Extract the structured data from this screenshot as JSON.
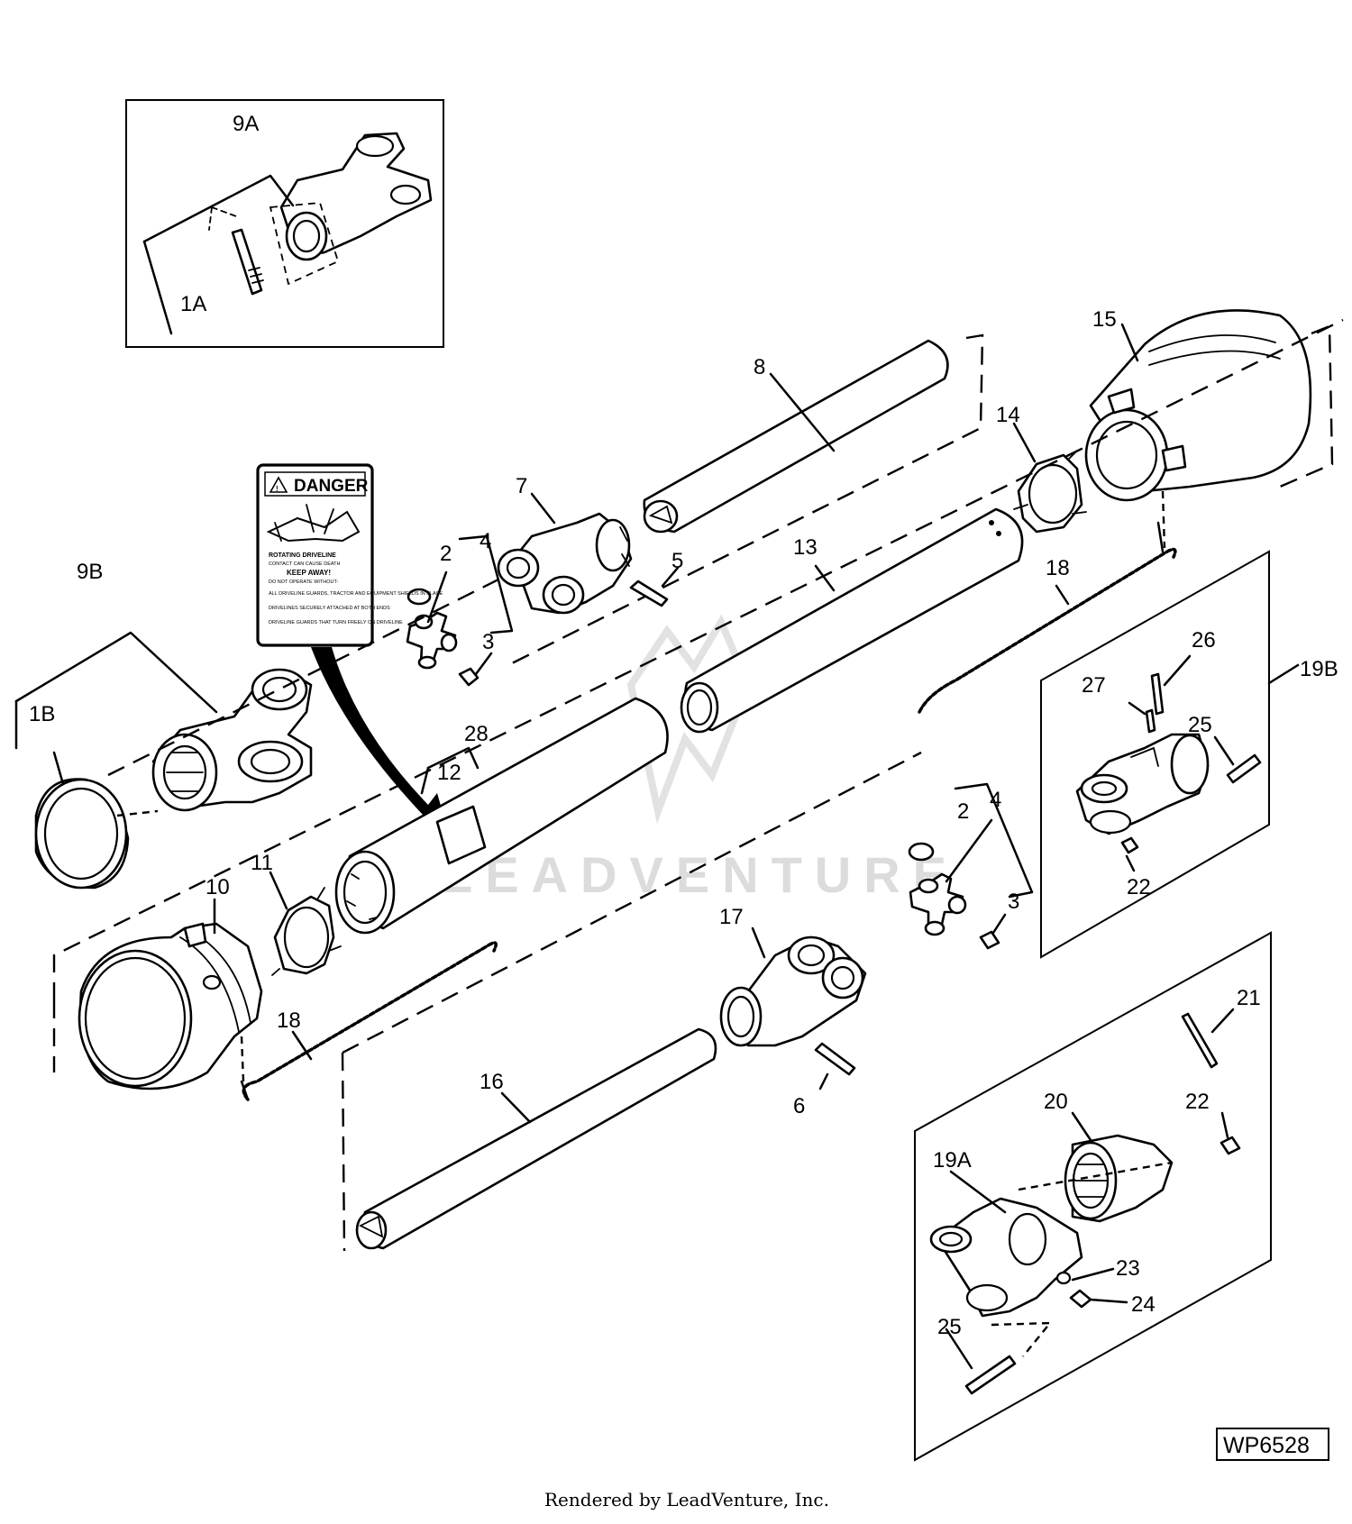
{
  "diagram": {
    "drawing_number": "WP6528",
    "credit": "Rendered by LeadVenture, Inc.",
    "watermark": "LEADVENTURE",
    "labels": [
      "9A",
      "1A",
      "8",
      "15",
      "14",
      "7",
      "13",
      "5",
      "2",
      "4",
      "3",
      "18",
      "9B",
      "1B",
      "28",
      "12",
      "27",
      "26",
      "19B",
      "25",
      "22",
      "11",
      "10",
      "4",
      "2",
      "3",
      "17",
      "18",
      "16",
      "6",
      "21",
      "20",
      "22",
      "19A",
      "23",
      "24",
      "25"
    ],
    "decal": {
      "title": "DANGER",
      "heading": "ROTATING DRIVELINE",
      "subheading": "CONTACT CAN CAUSE DEATH",
      "emphasis": "KEEP AWAY!",
      "notice": "DO NOT OPERATE WITHOUT-",
      "bullets": [
        "ALL DRIVELINE GUARDS, TRACTOR AND EQUIPMENT SHIELDS IN PLACE",
        "DRIVELINES SECURELY ATTACHED AT BOTH ENDS",
        "DRIVELINE GUARDS THAT TURN FREELY ON DRIVELINE"
      ]
    }
  }
}
